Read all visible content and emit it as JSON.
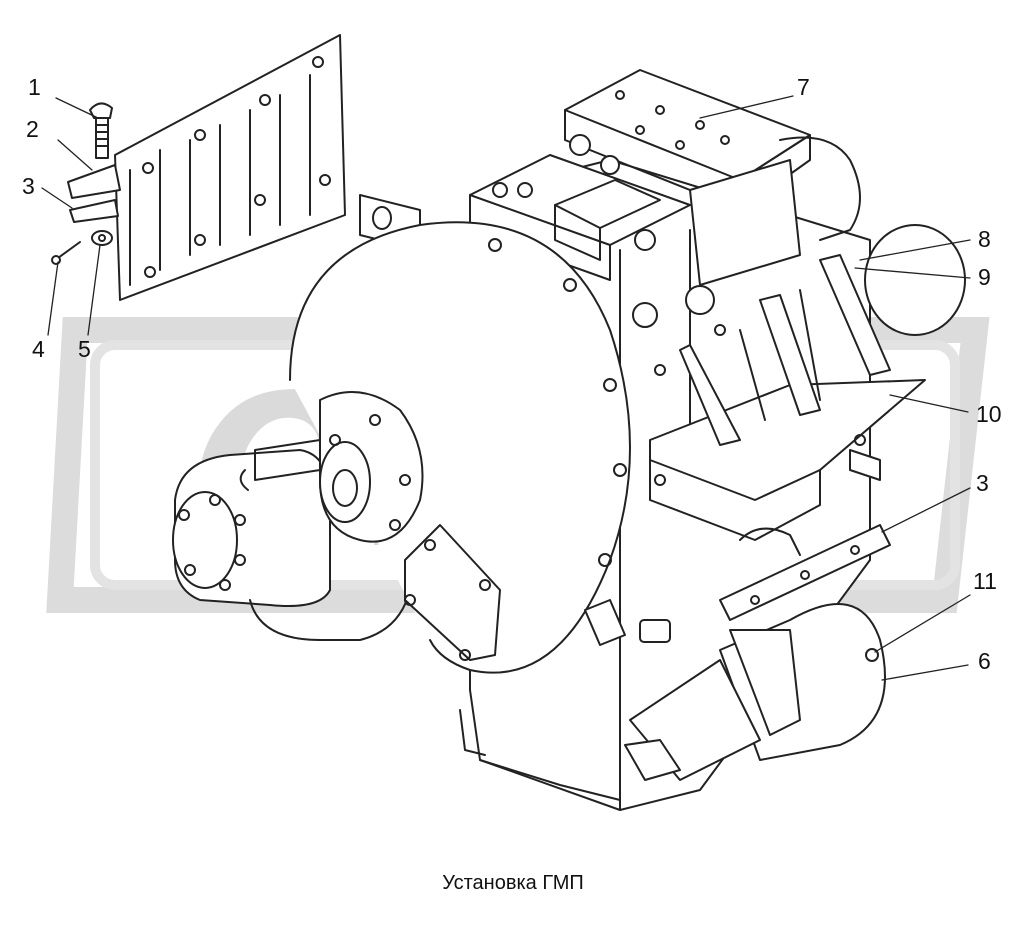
{
  "caption": "Установка ГМП",
  "watermark": "OPEX",
  "callouts": [
    "1",
    "2",
    "3",
    "4",
    "5",
    "7",
    "8",
    "9",
    "10",
    "3",
    "11",
    "6"
  ],
  "colors": {
    "line": "#222222",
    "watermark": "#d9d9d9"
  }
}
